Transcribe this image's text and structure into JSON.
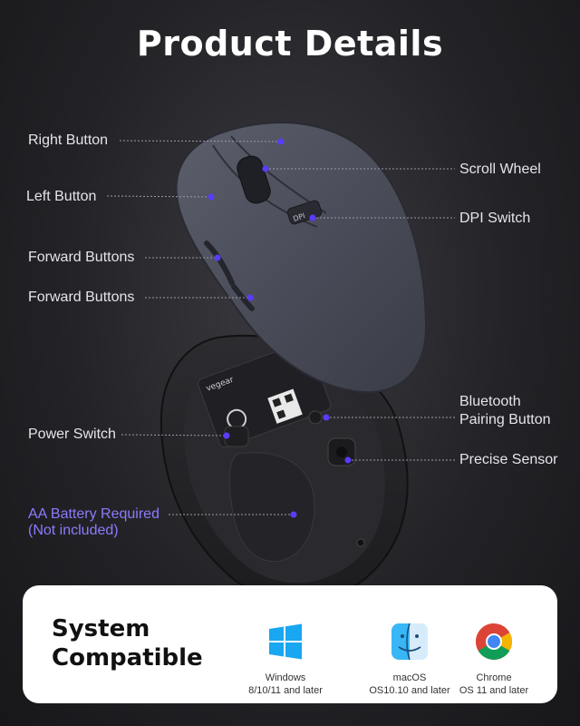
{
  "title": "Product Details",
  "labels": {
    "right_button": "Right Button",
    "scroll_wheel": "Scroll Wheel",
    "left_button": "Left Button",
    "dpi_switch": "DPI Switch",
    "forward_buttons_1": "Forward Buttons",
    "forward_buttons_2": "Forward Buttons",
    "bluetooth_line1": "Bluetooth",
    "bluetooth_line2": "Pairing Button",
    "power_switch": "Power Switch",
    "precise_sensor": "Precise Sensor",
    "battery_line1": "AA Battery Required",
    "battery_line2": "(Not included)"
  },
  "mouse_text": {
    "brand": "vegear",
    "dpi": "DPI"
  },
  "compat": {
    "title_line1": "System",
    "title_line2": "Compatible",
    "os": [
      {
        "name": "Windows",
        "version": "8/10/11 and later",
        "icon": "windows-icon"
      },
      {
        "name": "macOS",
        "version": "OS10.10 and later",
        "icon": "finder-icon"
      },
      {
        "name": "Chrome",
        "version": "OS 11 and later",
        "icon": "chrome-icon"
      }
    ]
  },
  "colors": {
    "accent": "#8b7bff",
    "dot": "#5a3cff"
  }
}
